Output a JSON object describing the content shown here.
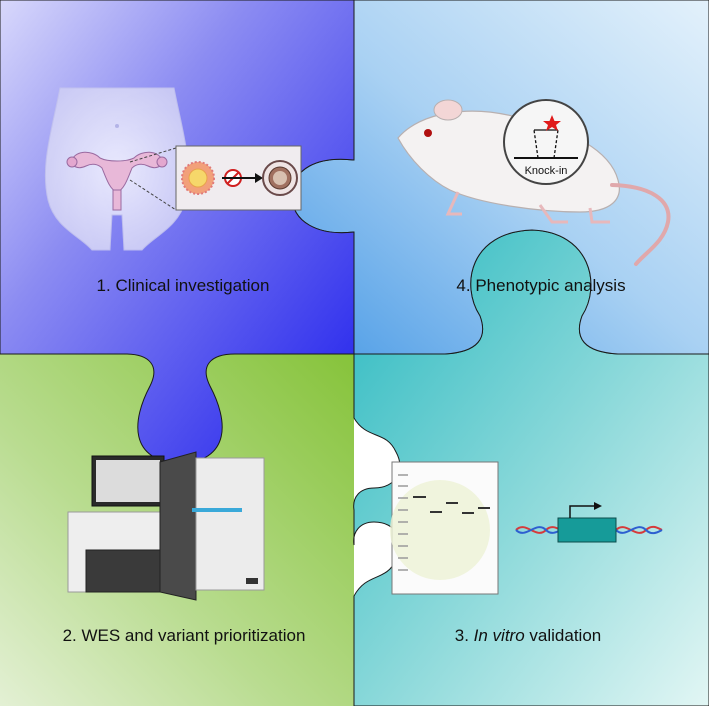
{
  "panels": {
    "clinical": {
      "label": "1. Clinical investigation",
      "icons": [
        "female-body-icon",
        "uterus-icon",
        "oocyte-icon",
        "no-entry-icon",
        "embryo-icon"
      ],
      "color": "#3a3af0"
    },
    "phenotypic": {
      "label": "4. Phenotypic analysis",
      "icons": [
        "mouse-icon",
        "knock-in-magnifier-icon"
      ],
      "knock_in_label": "Knock-in",
      "color": "#5aa9ea"
    },
    "wes": {
      "label": "2. WES and variant prioritization",
      "icons": [
        "sequencer-icon"
      ],
      "color": "#95c75a"
    },
    "invitro": {
      "label_italic": "In vitro",
      "label_rest": " validation",
      "number": "3. ",
      "icons": [
        "gel-blot-icon",
        "dna-construct-icon"
      ],
      "color": "#49c3c7"
    }
  }
}
